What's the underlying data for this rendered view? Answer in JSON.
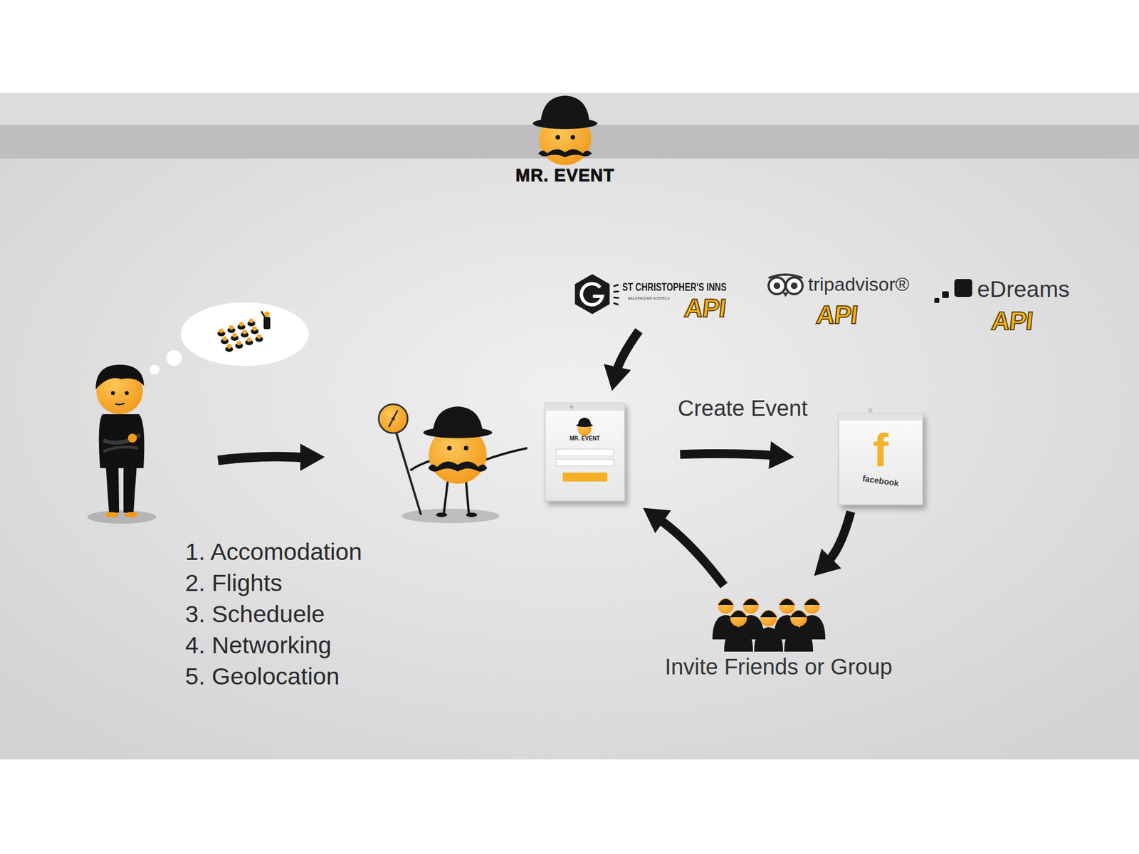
{
  "diagram": {
    "title": "MR. EVENT",
    "nodes": [
      {
        "text": [
          "ST CHRISTOPHER'S INNS",
          "BACKPACKER HOSTELS",
          "API"
        ]
      },
      {
        "text": [
          "tripadvisor®",
          "API"
        ]
      },
      {
        "text": [
          "eDreams",
          "API"
        ]
      },
      {
        "text": [
          "MR. EVENT"
        ]
      },
      {
        "text": [
          "f",
          "facebook"
        ]
      },
      {
        "text": [
          "Invite Friends or Group"
        ]
      }
    ],
    "edges": [
      {
        "from": 0,
        "to": 3,
        "arrow": "to"
      },
      {
        "from": 3,
        "to": 4,
        "label": "Create Event",
        "arrow": "to"
      },
      {
        "from": 4,
        "to": 5,
        "arrow": "to"
      },
      {
        "from": 5,
        "to": 3,
        "arrow": "to"
      }
    ],
    "labels": [
      "1. Accomodation",
      "2. Flights",
      "3. Scheduele",
      "4. Networking",
      "5. Geolocation"
    ]
  }
}
